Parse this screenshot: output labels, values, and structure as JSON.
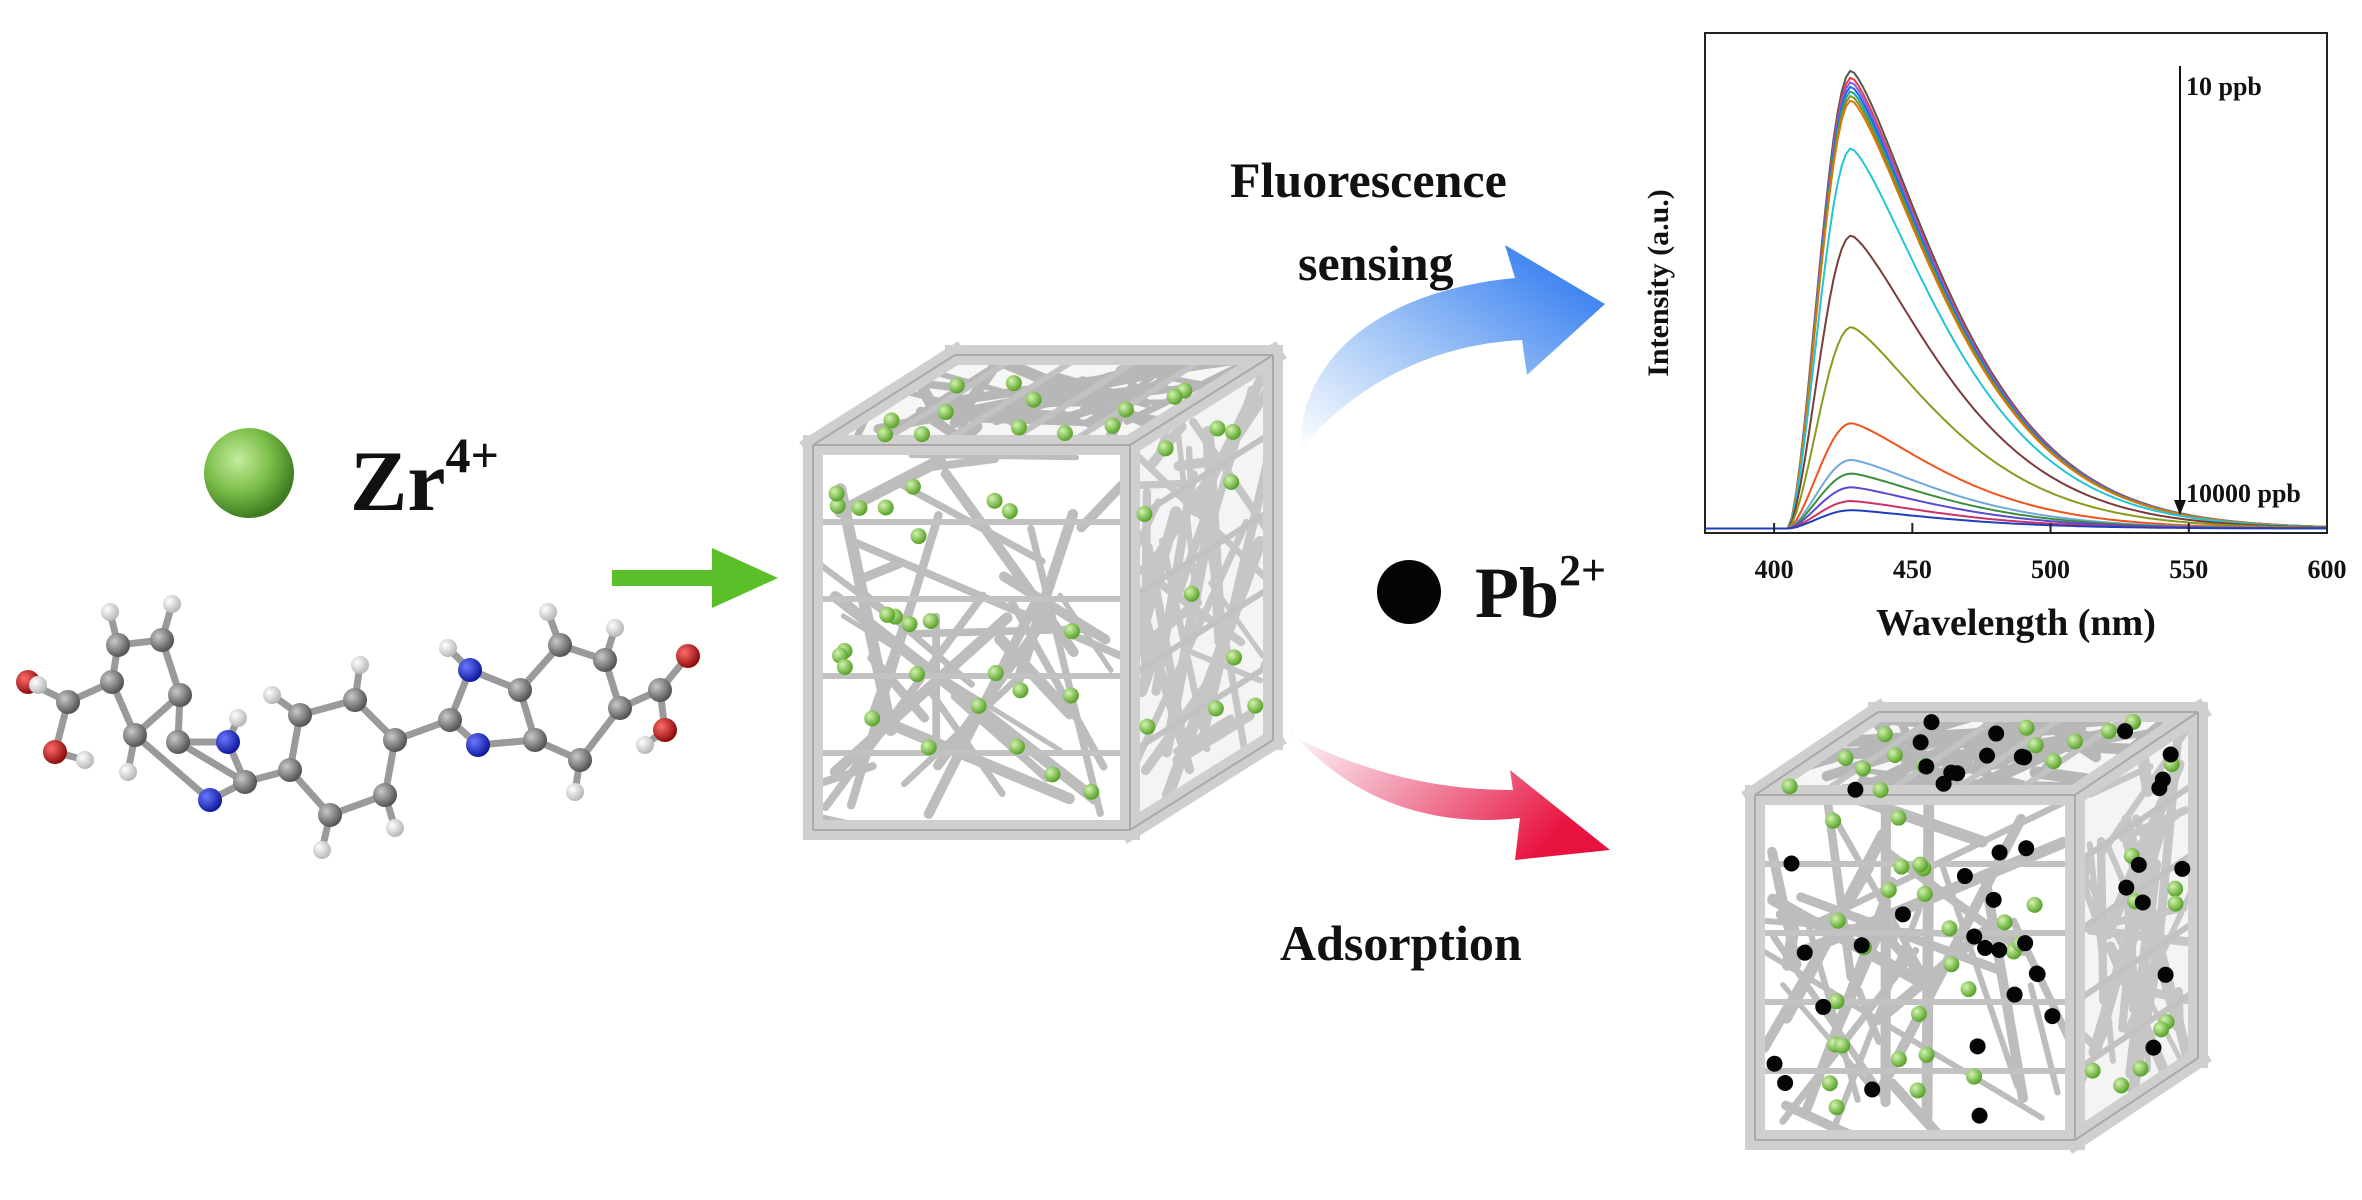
{
  "legend": {
    "zr": {
      "ion": "Zr",
      "charge": "4+",
      "color": "#7cbf4a"
    },
    "pb": {
      "ion": "Pb",
      "charge": "2+",
      "color": "#050505"
    }
  },
  "process_labels": {
    "sensing_line1": "Fluorescence",
    "sensing_line2": "sensing",
    "adsorption": "Adsorption"
  },
  "colors": {
    "frame": "#c9c9c9",
    "arrow_green": "#5bbf2a",
    "arrow_blue": "#2a78ee",
    "arrow_red": "#e8204e",
    "atom_carbon": "#8a8a8a",
    "atom_nitrogen": "#1f2fd6",
    "atom_oxygen": "#d21d1d",
    "atom_hydrogen": "#e9e9e9"
  },
  "chart_data": {
    "type": "line",
    "xlabel": "Wavelength (nm)",
    "ylabel": "Intensity (a.u.)",
    "xlim": [
      375,
      600
    ],
    "x_ticks": [
      400,
      450,
      500,
      550,
      600
    ],
    "annotation_top": "10 ppb",
    "annotation_bottom": "10000 ppb",
    "peak_nm": 428,
    "series": [
      {
        "color": "#555555",
        "peak": 1.0
      },
      {
        "color": "#e8423c",
        "peak": 0.985
      },
      {
        "color": "#8b5cf6",
        "peak": 0.975
      },
      {
        "color": "#2563eb",
        "peak": 0.965
      },
      {
        "color": "#14a7a0",
        "peak": 0.955
      },
      {
        "color": "#8b8b1a",
        "peak": 0.945
      },
      {
        "color": "#d97706",
        "peak": 0.935
      },
      {
        "color": "#22c5d6",
        "peak": 0.83
      },
      {
        "color": "#7a3b3b",
        "peak": 0.64
      },
      {
        "color": "#8a9a1d",
        "peak": 0.44
      },
      {
        "color": "#f0541e",
        "peak": 0.23
      },
      {
        "color": "#6fa8dc",
        "peak": 0.15
      },
      {
        "color": "#3b8f3b",
        "peak": 0.12
      },
      {
        "color": "#5a4ad1",
        "peak": 0.09
      },
      {
        "color": "#cc3366",
        "peak": 0.06
      },
      {
        "color": "#1f3fbf",
        "peak": 0.04
      }
    ]
  }
}
